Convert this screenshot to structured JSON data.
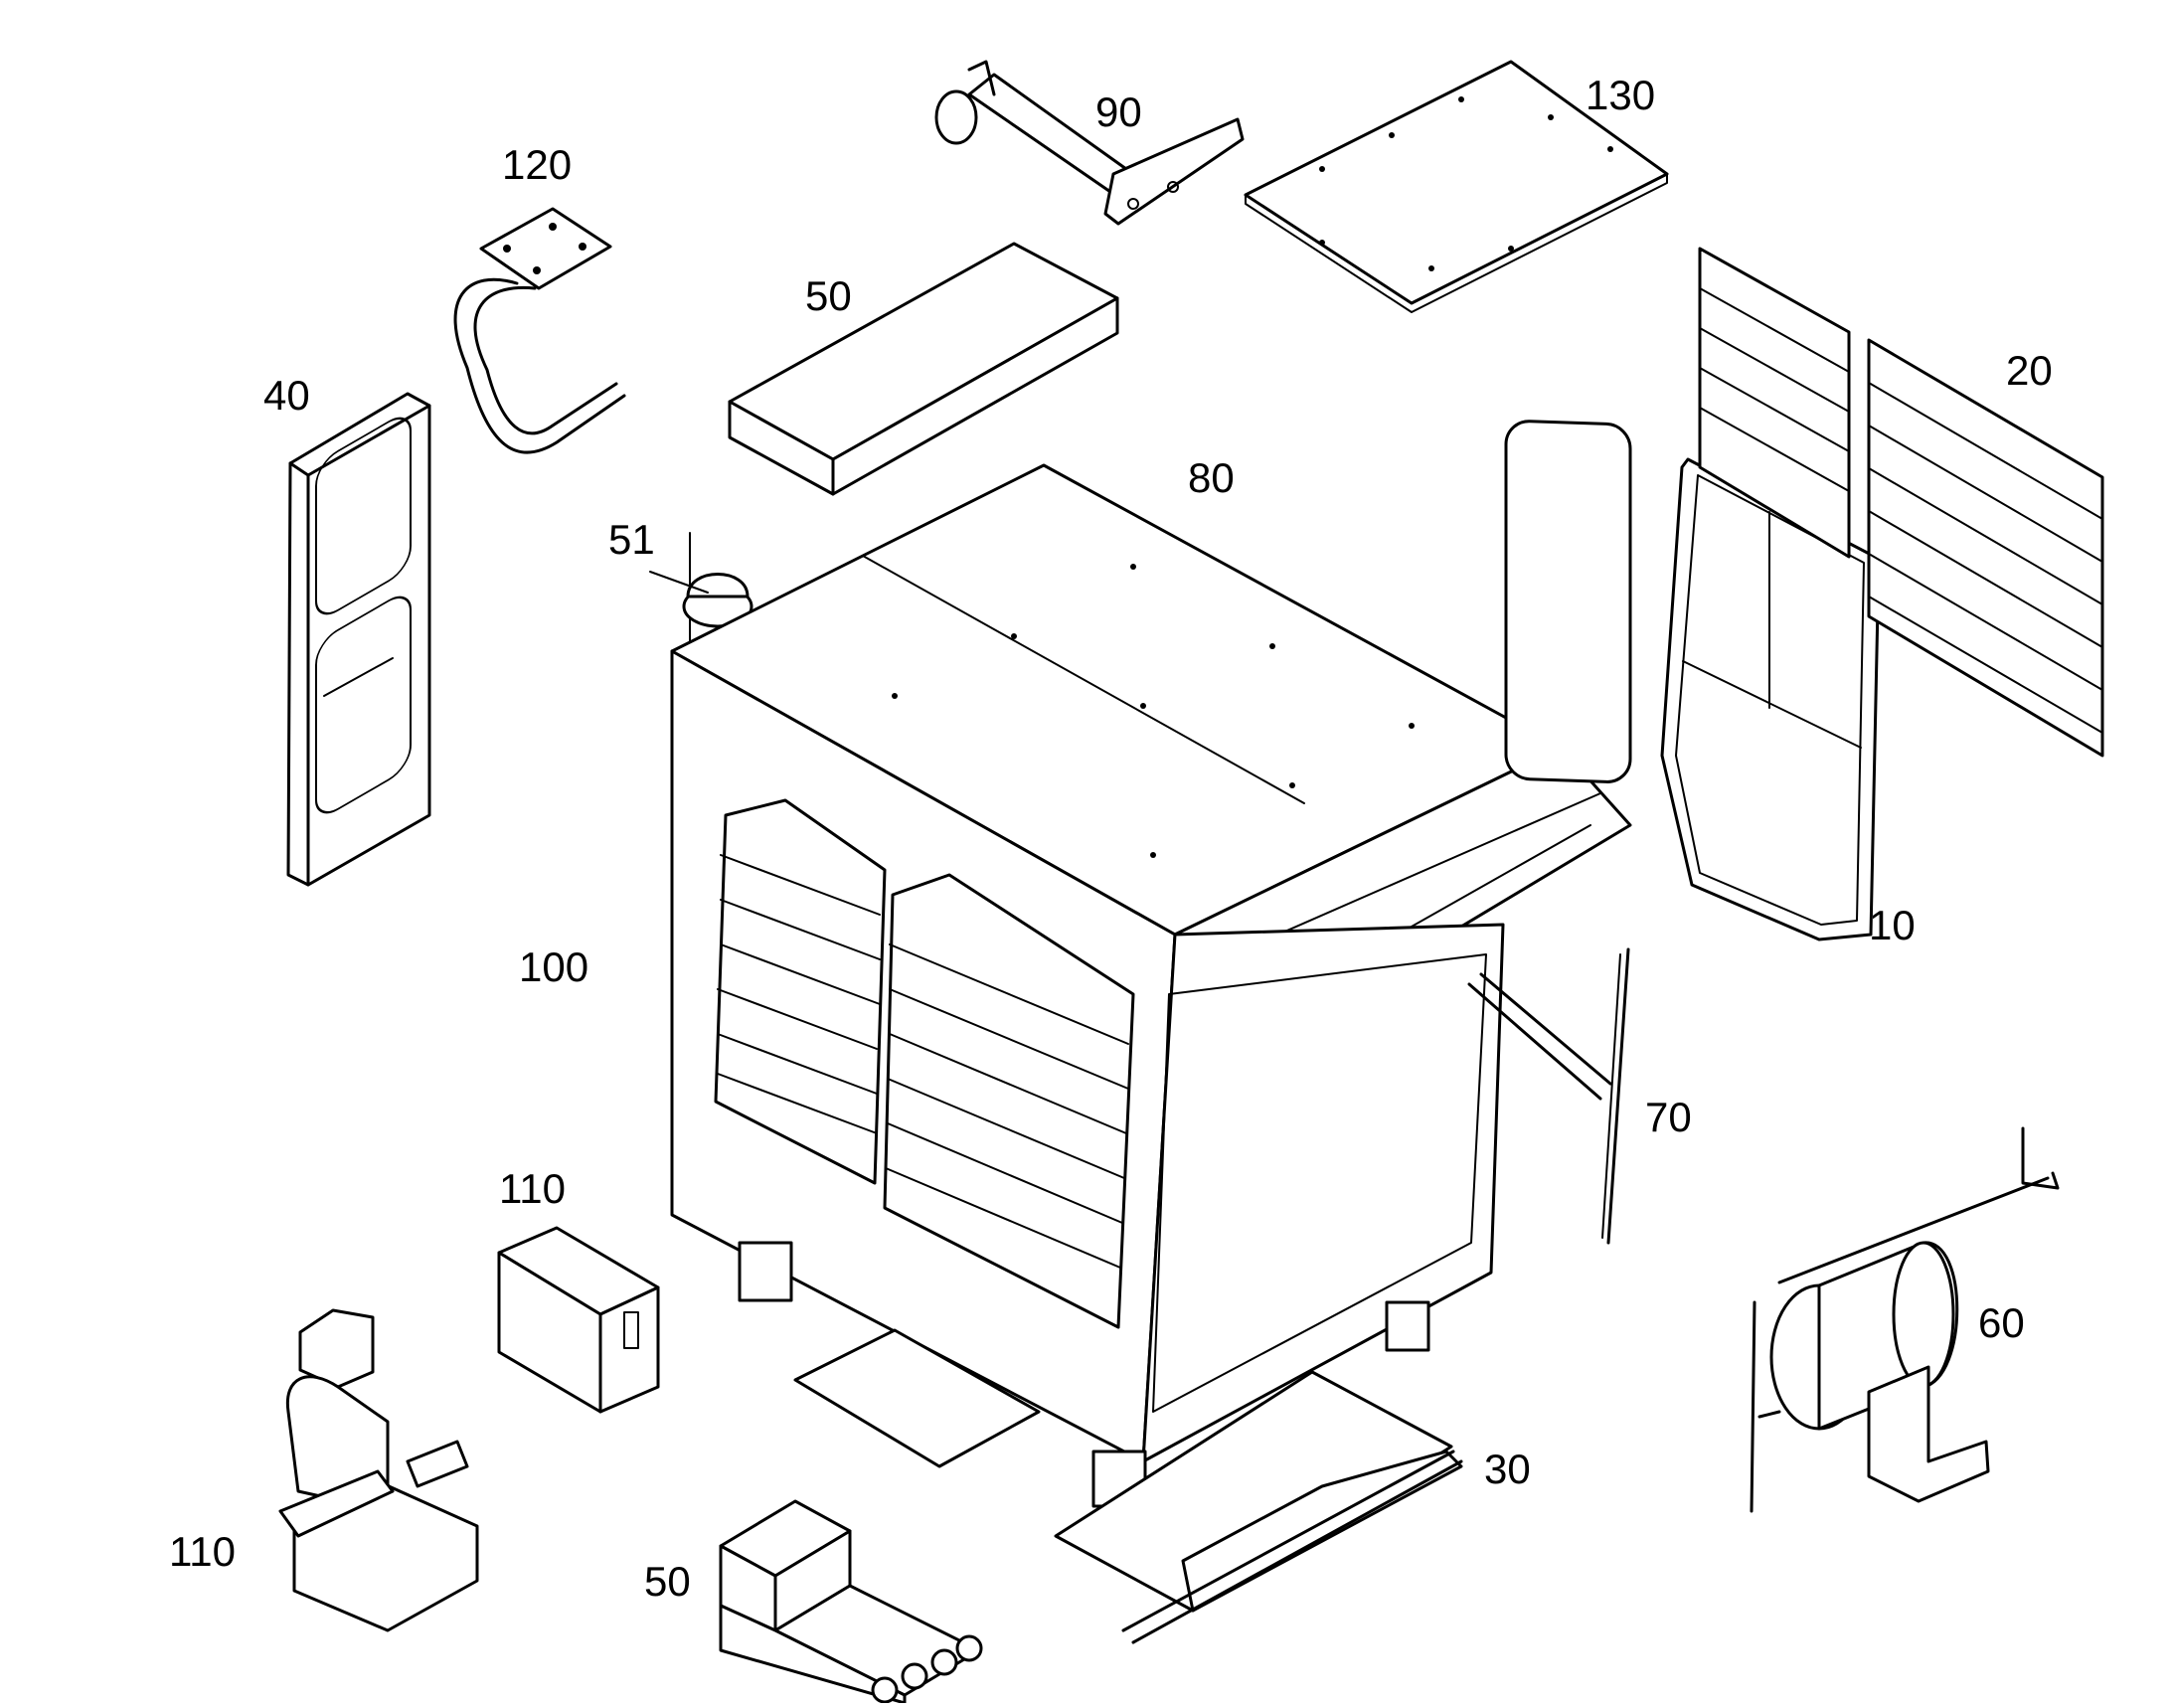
{
  "diagram": {
    "callouts": [
      {
        "id": "c10",
        "text": "10"
      },
      {
        "id": "c20",
        "text": "20"
      },
      {
        "id": "c30",
        "text": "30"
      },
      {
        "id": "c40",
        "text": "40"
      },
      {
        "id": "c50a",
        "text": "50"
      },
      {
        "id": "c50b",
        "text": "50"
      },
      {
        "id": "c51",
        "text": "51"
      },
      {
        "id": "c60",
        "text": "60"
      },
      {
        "id": "c70",
        "text": "70"
      },
      {
        "id": "c80",
        "text": "80"
      },
      {
        "id": "c90",
        "text": "90"
      },
      {
        "id": "c100",
        "text": "100"
      },
      {
        "id": "c110a",
        "text": "110"
      },
      {
        "id": "c110b",
        "text": "110"
      },
      {
        "id": "c120",
        "text": "120"
      },
      {
        "id": "c130",
        "text": "130"
      }
    ],
    "colors": {
      "ink": "#000000",
      "paper": "#ffffff"
    }
  }
}
